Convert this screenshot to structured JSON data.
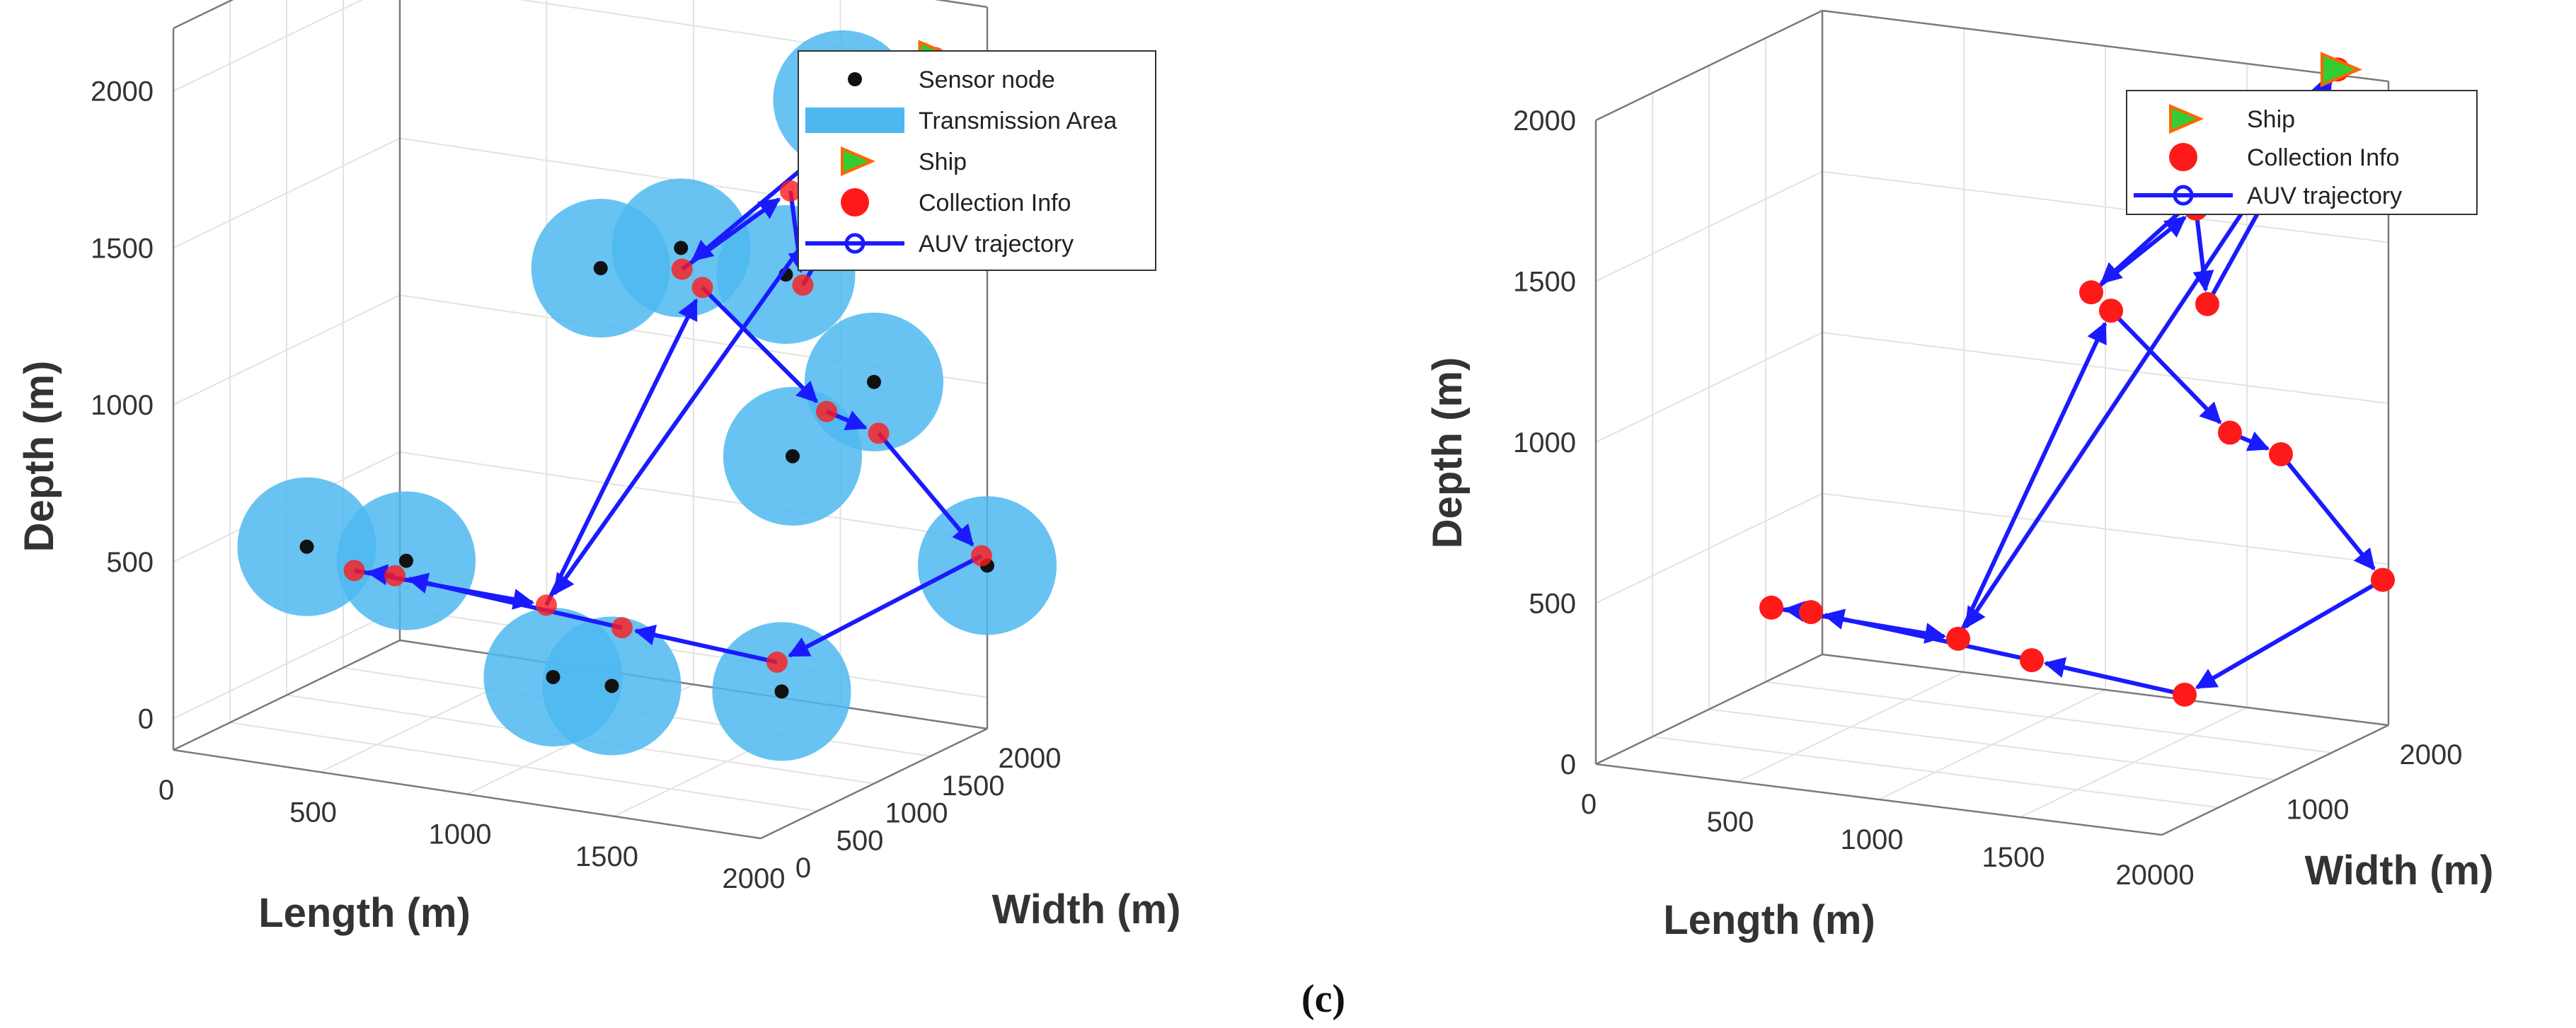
{
  "caption": "(c)",
  "chart_data": [
    {
      "type": "scatter",
      "projection": "3d",
      "xlabel": "Length (m)",
      "ylabel": "Width (m)",
      "zlabel": "Depth (m)",
      "xlim": [
        0,
        2000
      ],
      "ylim": [
        0,
        2000
      ],
      "zlim": [
        -100,
        2200
      ],
      "x_ticks": [
        "0",
        "500",
        "1000",
        "1500",
        "2000"
      ],
      "y_ticks": [
        "0",
        "500",
        "1000",
        "1500",
        "2000"
      ],
      "z_ticks": [
        "0",
        "500",
        "1000",
        "1500",
        "2000"
      ],
      "grid": true,
      "legend_position": "top-right",
      "legend": [
        "Sensor node",
        "Transmission Area",
        "Ship",
        "Collection Info",
        "AUV trajectory"
      ],
      "colors": {
        "sensor": "#111111",
        "area": "#4db8f0",
        "ship_fill": "#33cc33",
        "ship_edge": "#ff6600",
        "collection": "#ff1a1a",
        "trajectory": "#1a1aff"
      },
      "ship": {
        "x": 1900,
        "y": 1800,
        "z": 2060
      },
      "sensor_nodes": [
        {
          "x": 1700,
          "y": 1500,
          "z": 1950
        },
        {
          "x": 1700,
          "y": 1000,
          "z": 1480
        },
        {
          "x": 1150,
          "y": 1500,
          "z": 1400
        },
        {
          "x": 1050,
          "y": 1050,
          "z": 1400
        },
        {
          "x": 2000,
          "y": 1000,
          "z": 1180
        },
        {
          "x": 1800,
          "y": 800,
          "z": 950
        },
        {
          "x": 300,
          "y": 400,
          "z": 520
        },
        {
          "x": 600,
          "y": 500,
          "z": 500
        },
        {
          "x": 2000,
          "y": 2000,
          "z": 420
        },
        {
          "x": 1300,
          "y": 500,
          "z": 200
        },
        {
          "x": 1100,
          "y": 500,
          "z": 200
        },
        {
          "x": 1300,
          "y": 2000,
          "z": -80
        }
      ],
      "collection_points": [
        {
          "x": 1900,
          "y": 1800,
          "z": 2060
        },
        {
          "x": 1600,
          "y": 1300,
          "z": 1680
        },
        {
          "x": 1700,
          "y": 1150,
          "z": 1420
        },
        {
          "x": 1250,
          "y": 1250,
          "z": 1390
        },
        {
          "x": 1300,
          "y": 1300,
          "z": 1330
        },
        {
          "x": 1800,
          "y": 1100,
          "z": 1040
        },
        {
          "x": 1900,
          "y": 1300,
          "z": 950
        },
        {
          "x": 2000,
          "y": 1950,
          "z": 460
        },
        {
          "x": 1400,
          "y": 1700,
          "z": 80
        },
        {
          "x": 1200,
          "y": 850,
          "z": 310
        },
        {
          "x": 1000,
          "y": 700,
          "z": 380
        },
        {
          "x": 600,
          "y": 400,
          "z": 470
        },
        {
          "x": 500,
          "y": 300,
          "z": 490
        }
      ],
      "trajectory": [
        {
          "x": 1900,
          "y": 1800,
          "z": 2060
        },
        {
          "x": 1250,
          "y": 1250,
          "z": 1390
        },
        {
          "x": 1600,
          "y": 1300,
          "z": 1680
        },
        {
          "x": 1700,
          "y": 1150,
          "z": 1420
        },
        {
          "x": 1900,
          "y": 1800,
          "z": 2060
        },
        {
          "x": 1000,
          "y": 700,
          "z": 380
        },
        {
          "x": 1300,
          "y": 1300,
          "z": 1330
        },
        {
          "x": 1800,
          "y": 1100,
          "z": 1040
        },
        {
          "x": 1900,
          "y": 1300,
          "z": 950
        },
        {
          "x": 2000,
          "y": 1950,
          "z": 460
        },
        {
          "x": 1400,
          "y": 1700,
          "z": 80
        },
        {
          "x": 1200,
          "y": 850,
          "z": 310
        },
        {
          "x": 600,
          "y": 400,
          "z": 470
        },
        {
          "x": 500,
          "y": 300,
          "z": 490
        },
        {
          "x": 1000,
          "y": 700,
          "z": 380
        }
      ]
    },
    {
      "type": "scatter",
      "projection": "3d",
      "xlabel": "Length (m)",
      "ylabel": "Width (m)",
      "zlabel": "Depth (m)",
      "xlim": [
        0,
        2000
      ],
      "ylim": [
        0,
        2000
      ],
      "zlim": [
        0,
        2000
      ],
      "x_ticks": [
        "0",
        "500",
        "1000",
        "1500",
        "2000"
      ],
      "x_tick_2000": "20000",
      "y_ticks": [
        "1000",
        "2000"
      ],
      "z_ticks": [
        "0",
        "500",
        "1000",
        "1500",
        "2000"
      ],
      "grid": true,
      "legend_position": "top-right",
      "legend": [
        "Ship",
        "Collection Info",
        "AUV trajectory"
      ],
      "colors": {
        "ship_fill": "#33cc33",
        "ship_edge": "#ff6600",
        "collection": "#ff1a1a",
        "trajectory": "#1a1aff"
      },
      "ship": {
        "x": 1900,
        "y": 1800,
        "z": 2060
      },
      "collection_points": [
        {
          "x": 1900,
          "y": 1800,
          "z": 2060
        },
        {
          "x": 1600,
          "y": 1300,
          "z": 1680
        },
        {
          "x": 1700,
          "y": 1150,
          "z": 1420
        },
        {
          "x": 1250,
          "y": 1250,
          "z": 1390
        },
        {
          "x": 1300,
          "y": 1300,
          "z": 1330
        },
        {
          "x": 1800,
          "y": 1100,
          "z": 1040
        },
        {
          "x": 1900,
          "y": 1300,
          "z": 950
        },
        {
          "x": 2000,
          "y": 1950,
          "z": 460
        },
        {
          "x": 1400,
          "y": 1700,
          "z": 80
        },
        {
          "x": 1200,
          "y": 850,
          "z": 310
        },
        {
          "x": 1000,
          "y": 700,
          "z": 380
        },
        {
          "x": 600,
          "y": 400,
          "z": 470
        },
        {
          "x": 500,
          "y": 300,
          "z": 490
        }
      ],
      "trajectory": [
        {
          "x": 1900,
          "y": 1800,
          "z": 2060
        },
        {
          "x": 1250,
          "y": 1250,
          "z": 1390
        },
        {
          "x": 1600,
          "y": 1300,
          "z": 1680
        },
        {
          "x": 1700,
          "y": 1150,
          "z": 1420
        },
        {
          "x": 1900,
          "y": 1800,
          "z": 2060
        },
        {
          "x": 1000,
          "y": 700,
          "z": 380
        },
        {
          "x": 1300,
          "y": 1300,
          "z": 1330
        },
        {
          "x": 1800,
          "y": 1100,
          "z": 1040
        },
        {
          "x": 1900,
          "y": 1300,
          "z": 950
        },
        {
          "x": 2000,
          "y": 1950,
          "z": 460
        },
        {
          "x": 1400,
          "y": 1700,
          "z": 80
        },
        {
          "x": 1200,
          "y": 850,
          "z": 310
        },
        {
          "x": 600,
          "y": 400,
          "z": 470
        },
        {
          "x": 500,
          "y": 300,
          "z": 490
        },
        {
          "x": 1000,
          "y": 700,
          "z": 380
        }
      ]
    }
  ]
}
